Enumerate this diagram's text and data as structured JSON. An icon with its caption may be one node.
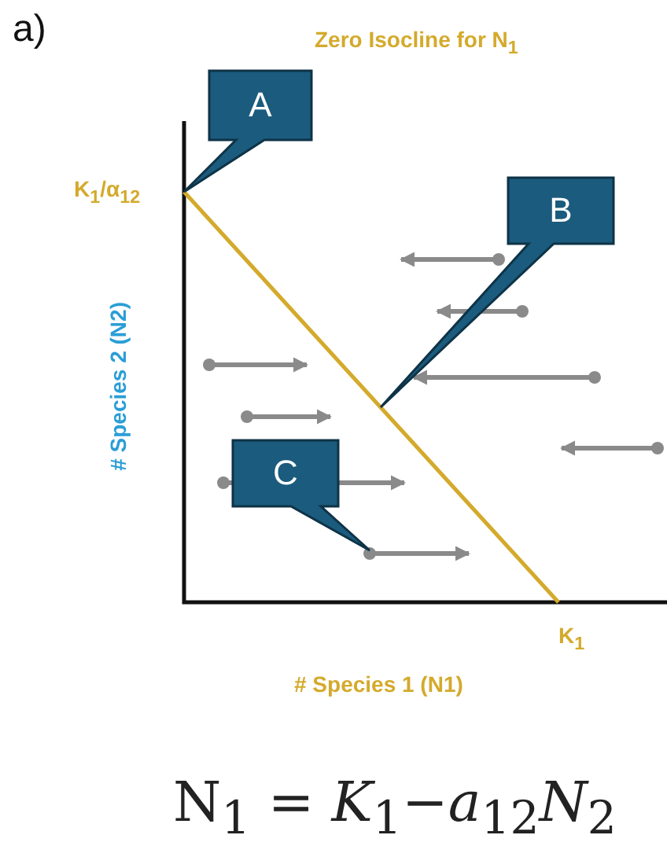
{
  "diagram": {
    "nodes": [
      {
        "text": [
          "A"
        ]
      },
      {
        "text": [
          "B"
        ]
      },
      {
        "text": [
          "C"
        ]
      }
    ],
    "labels": [
      "a)",
      "Zero Isocline for N$_{1}$",
      "K$_{1}$/α$_{12}$",
      "# Species 2 (N2)",
      "K$_{1}$",
      "# Species 1 (N1)",
      "N$_{1}$ = *K*$_{1}$−*a*$_{12}$*N*$_{2}$"
    ]
  }
}
